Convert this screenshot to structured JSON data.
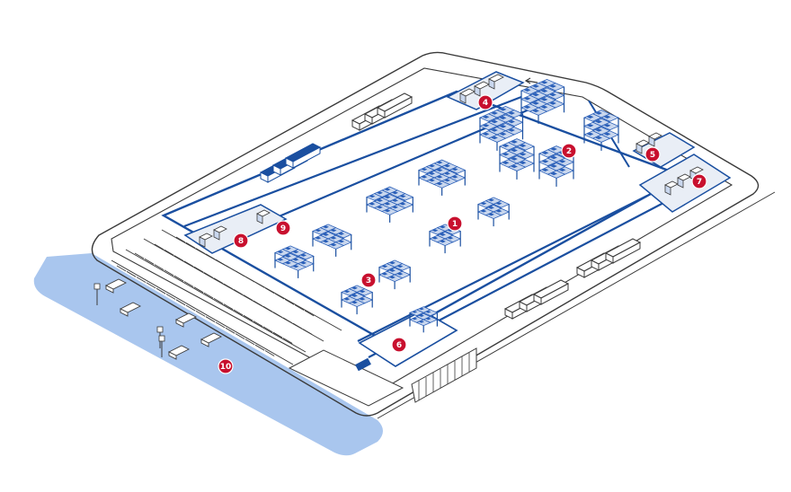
{
  "colors": {
    "background": "#ffffff",
    "outline": "#3a3a3a",
    "structure_blue": "#1a4fa0",
    "rack_blue": "#2a5fb8",
    "rack_light": "#c9d7ee",
    "zone_fill": "#e9eef6",
    "street_blue": "#a9c6ee",
    "marker_red": "#c8102e"
  },
  "markers": [
    {
      "id": "marker-1",
      "label": "1"
    },
    {
      "id": "marker-2",
      "label": "2"
    },
    {
      "id": "marker-3",
      "label": "3"
    },
    {
      "id": "marker-4",
      "label": "4"
    },
    {
      "id": "marker-5",
      "label": "5"
    },
    {
      "id": "marker-6",
      "label": "6"
    },
    {
      "id": "marker-7",
      "label": "7"
    },
    {
      "id": "marker-8",
      "label": "8"
    },
    {
      "id": "marker-9",
      "label": "9"
    },
    {
      "id": "marker-10",
      "label": "10"
    }
  ]
}
